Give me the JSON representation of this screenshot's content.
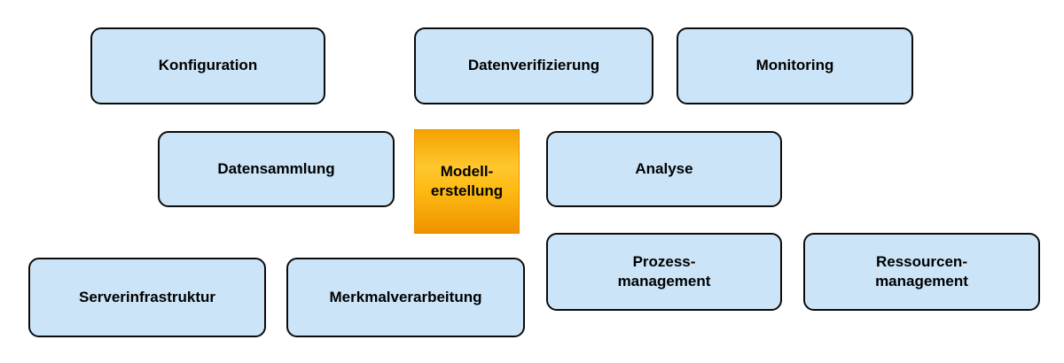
{
  "diagram": {
    "background_color": "#ffffff",
    "node_fill_color": "#cbe4f7",
    "node_border_color": "#0b0b0b",
    "highlight_gradient_top": "#f4a300",
    "highlight_gradient_middle": "#ffc72e",
    "highlight_gradient_bottom": "#f09200",
    "highlight_border_color": "#e68f00",
    "text_color": "#000000"
  },
  "nodes": {
    "konfiguration": {
      "label": "Konfiguration"
    },
    "datenverifizierung": {
      "label": "Datenverifizierung"
    },
    "monitoring": {
      "label": "Monitoring"
    },
    "datensammlung": {
      "label": "Datensammlung"
    },
    "modellerstellung": {
      "label": "Modell-\nerstellung"
    },
    "analyse": {
      "label": "Analyse"
    },
    "serverinfrastruktur": {
      "label": "Serverinfrastruktur"
    },
    "merkmalverarbeitung": {
      "label": "Merkmalverarbeitung"
    },
    "prozessmanagement": {
      "label": "Prozess-\nmanagement"
    },
    "ressourcenmanagement": {
      "label": "Ressourcen-\nmanagement"
    }
  }
}
